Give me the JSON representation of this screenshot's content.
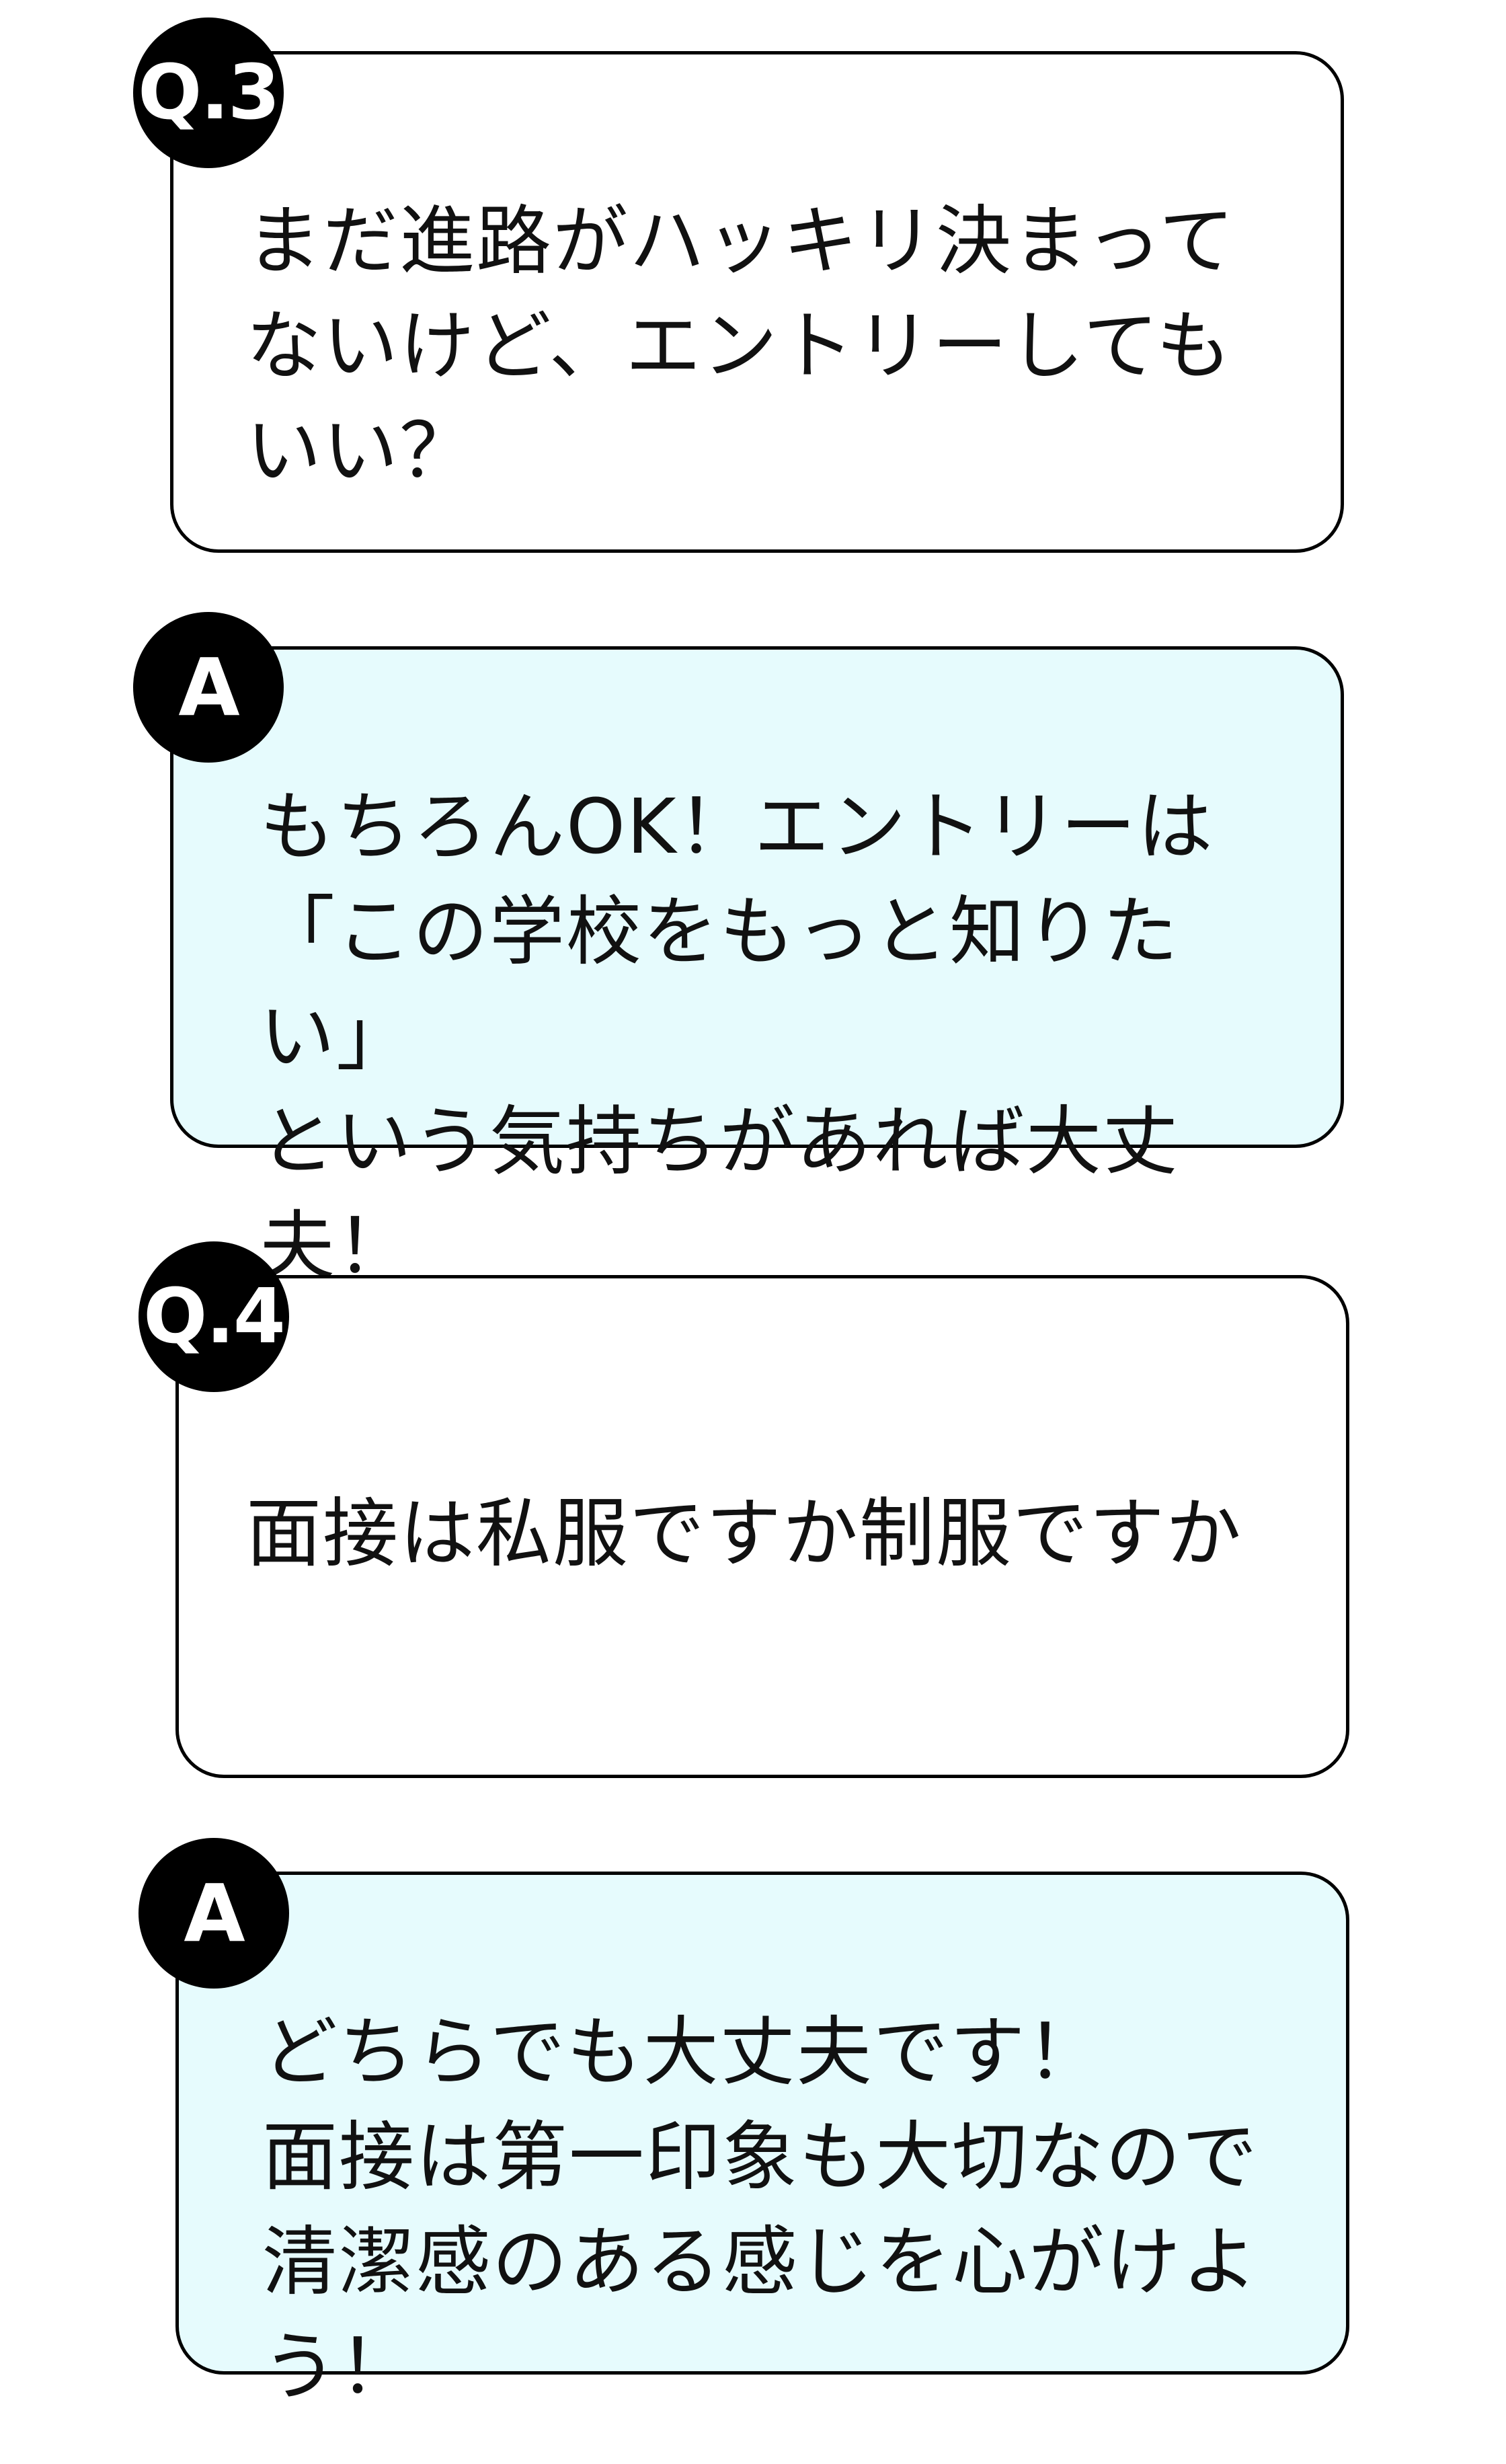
{
  "cards": [
    {
      "badge": "Q.3",
      "text": "まだ進路がハッキリ決まって\nないけど、エントリーしても\nいい？"
    },
    {
      "badge": "A",
      "text": "もちろんOK！エントリーは\n「この学校をもっと知りたい」\nという気持ちがあれば大丈夫！"
    },
    {
      "badge": "Q.4",
      "text": "面接は私服ですか制服ですか"
    },
    {
      "badge": "A",
      "text": "どちらでも大丈夫です！\n面接は第一印象も大切なので\n清潔感のある感じを心がけよう！"
    }
  ],
  "colors": {
    "question_bg": "#ffffff",
    "answer_bg": "#e6fbfd",
    "border": "#000000",
    "badge_bg": "#000000",
    "badge_text": "#ffffff"
  }
}
